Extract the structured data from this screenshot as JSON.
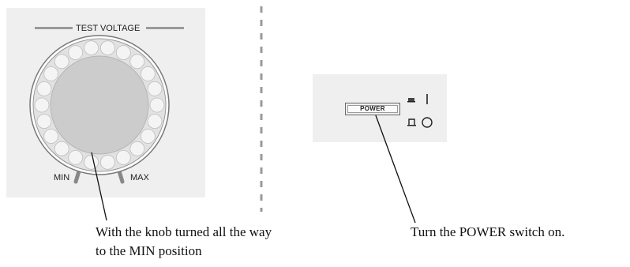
{
  "knob_panel": {
    "title": "TEST VOLTAGE",
    "min_label": "MIN",
    "max_label": "MAX",
    "icons": {
      "knob": "rotary-knob-icon"
    }
  },
  "power_panel": {
    "button_label": "POWER",
    "icons": {
      "on": "power-on-symbol-icon",
      "off": "power-off-symbol-icon"
    }
  },
  "captions": {
    "left": [
      "With the knob turned all the way",
      "to the MIN position"
    ],
    "right": "Turn the POWER switch on."
  }
}
